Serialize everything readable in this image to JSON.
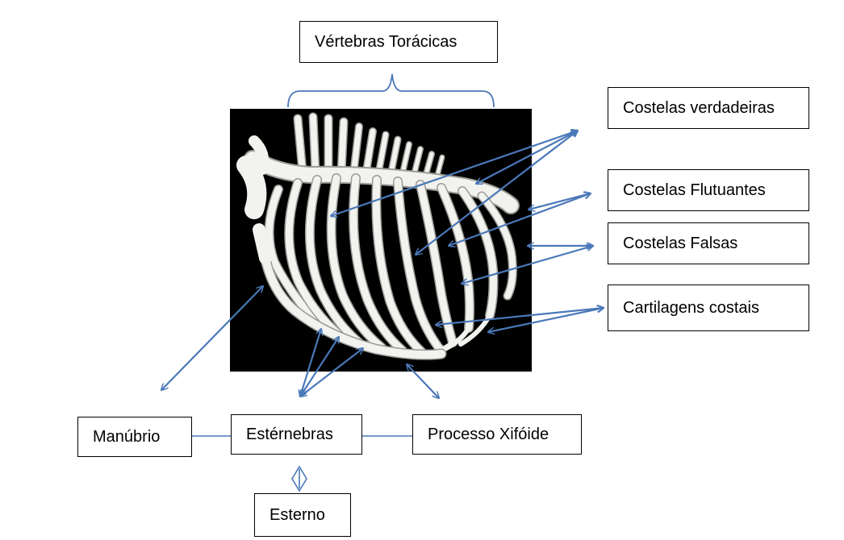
{
  "labels": {
    "thoracic_vertebrae": "Vértebras Torácicas",
    "true_ribs": "Costelas verdadeiras",
    "floating_ribs": "Costelas Flutuantes",
    "false_ribs": "Costelas Falsas",
    "costal_cartilages": "Cartilagens costais",
    "manubrium": "Manúbrio",
    "sternebrae": "Estérnebras",
    "xiphoid_process": "Processo Xifóide",
    "sternum": "Esterno"
  },
  "colors": {
    "arrow": "#4a78b8",
    "box_border": "#000000",
    "background": "#ffffff",
    "figure_background": "#000000",
    "bone": "#f2f2ee"
  },
  "figure": {
    "subject": "thoracic-skeleton-3d-render"
  }
}
